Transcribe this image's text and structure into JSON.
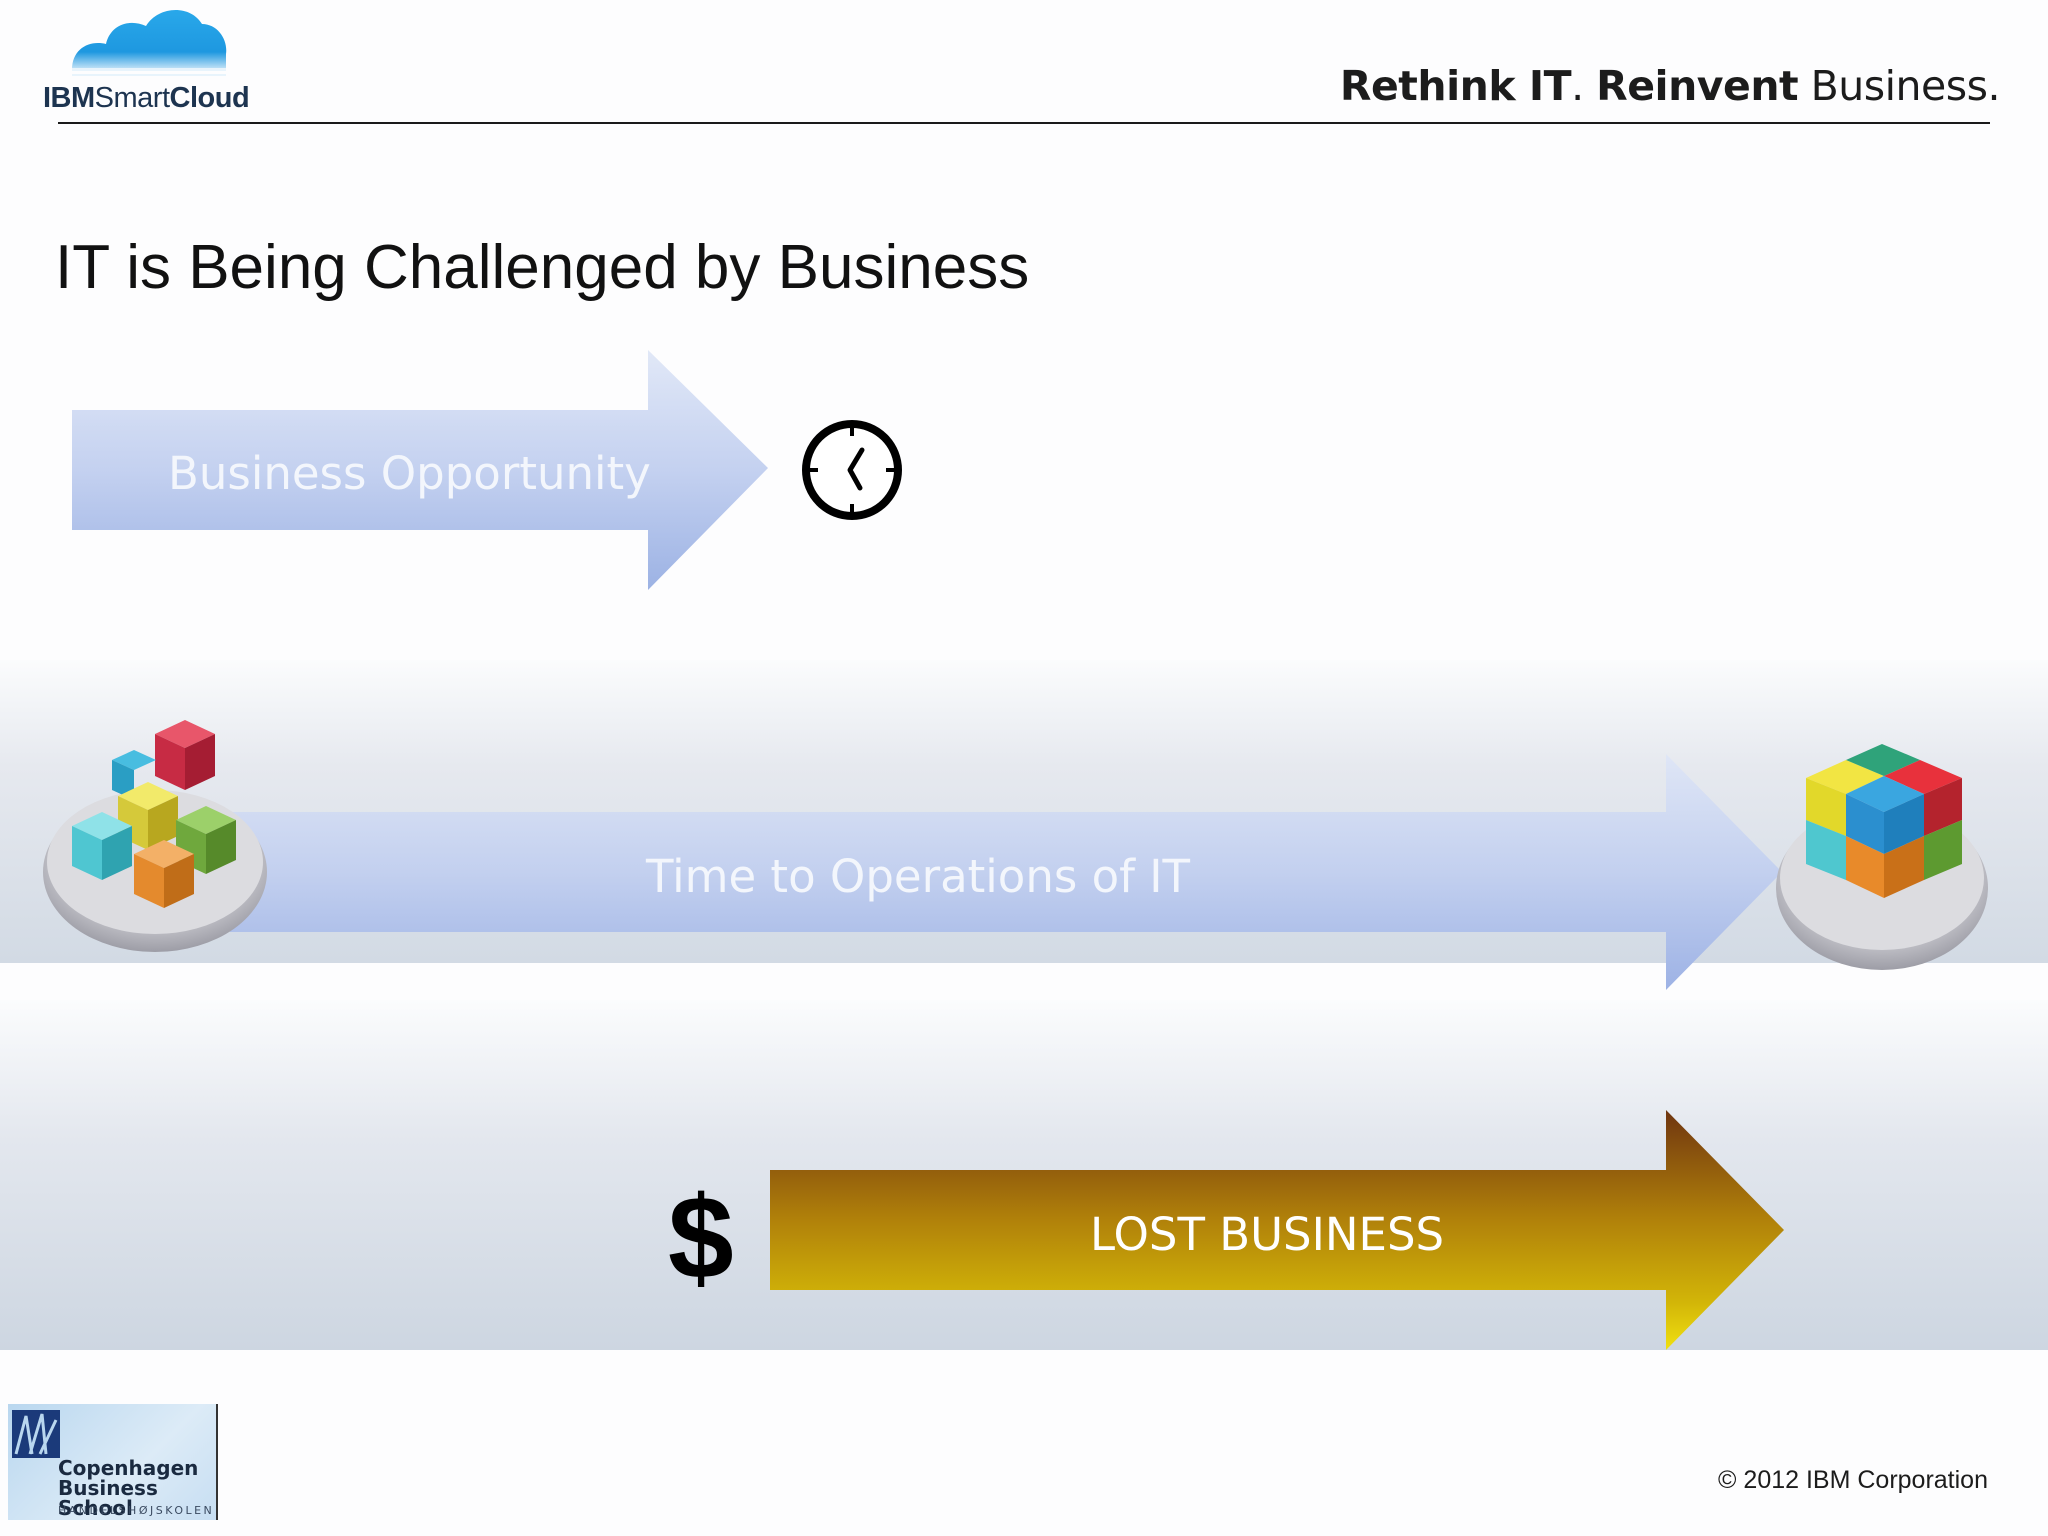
{
  "header": {
    "logo": {
      "brand_bold": "IBM",
      "brand_regular": "Smart",
      "brand_bold2": "Cloud",
      "icon": "cloud-icon"
    },
    "tagline": {
      "part1": "Rethink IT",
      "sep": ".",
      "part2": "Reinvent",
      "part3": " Business."
    }
  },
  "slide": {
    "title": "IT is Being Challenged by Business",
    "rows": [
      {
        "label": "Business Opportunity",
        "icon": "clock-icon"
      },
      {
        "label": "Time to Operations of IT",
        "icons": [
          "scattered-cubes-icon",
          "assembled-cube-icon"
        ]
      },
      {
        "label": "LOST BUSINESS",
        "symbol": "$"
      }
    ]
  },
  "footer": {
    "school_name": "Copenhagen Business School",
    "school_sub": "HANDELSHØJSKOLEN",
    "copyright": "© 2012 IBM Corporation"
  },
  "colors": {
    "blue_arrow_light": "#dde5f6",
    "blue_arrow_dark": "#9db3e6",
    "gold_arrow_top": "#7a3f0e",
    "gold_arrow_bottom": "#e6d00a"
  }
}
